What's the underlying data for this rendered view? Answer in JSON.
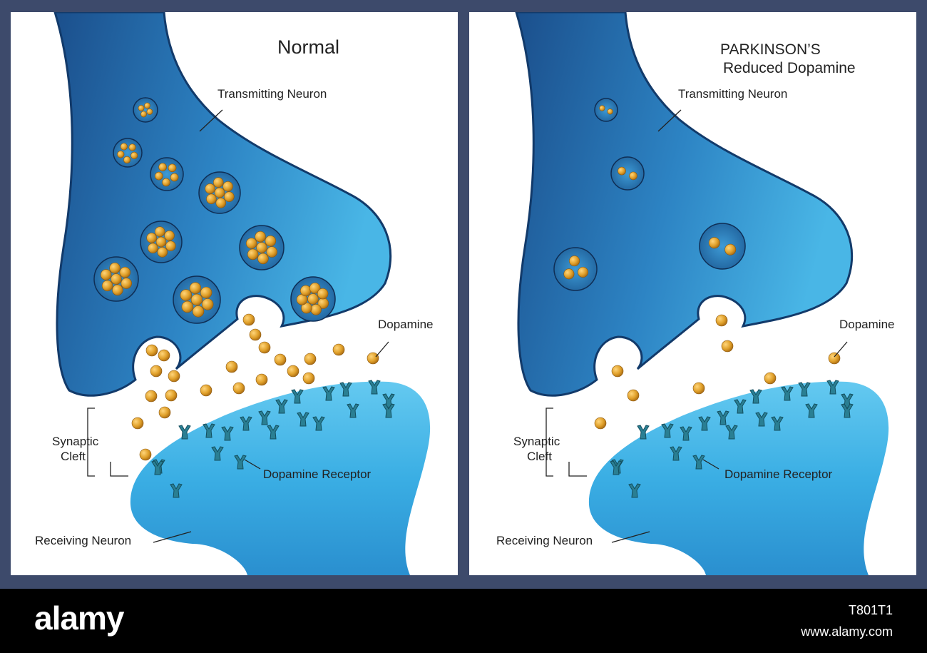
{
  "panels": {
    "normal": {
      "title": "Normal",
      "transmitting_neuron": "Transmitting Neuron",
      "dopamine": "Dopamine",
      "synaptic_cleft_line1": "Synaptic",
      "synaptic_cleft_line2": "Cleft",
      "dopamine_receptor": "Dopamine Receptor",
      "receiving_neuron": "Receiving Neuron"
    },
    "parkinsons": {
      "title_line1": "PARKINSON’S",
      "title_line2": "Reduced Dopamine",
      "transmitting_neuron": "Transmitting Neuron",
      "dopamine": "Dopamine",
      "synaptic_cleft_line1": "Synaptic",
      "synaptic_cleft_line2": "Cleft",
      "dopamine_receptor": "Dopamine Receptor",
      "receiving_neuron": "Receiving Neuron"
    }
  },
  "footer": {
    "brand": "alamy",
    "image_id": "T801T1",
    "url": "www.alamy.com"
  },
  "colors": {
    "frame": "#3d4a6b",
    "neuron_dark": "#1a4f8a",
    "neuron_light": "#3fa9df",
    "receiving": "#41b8e8",
    "dopamine": "#e2a12a",
    "receptor": "#2a7f93"
  }
}
